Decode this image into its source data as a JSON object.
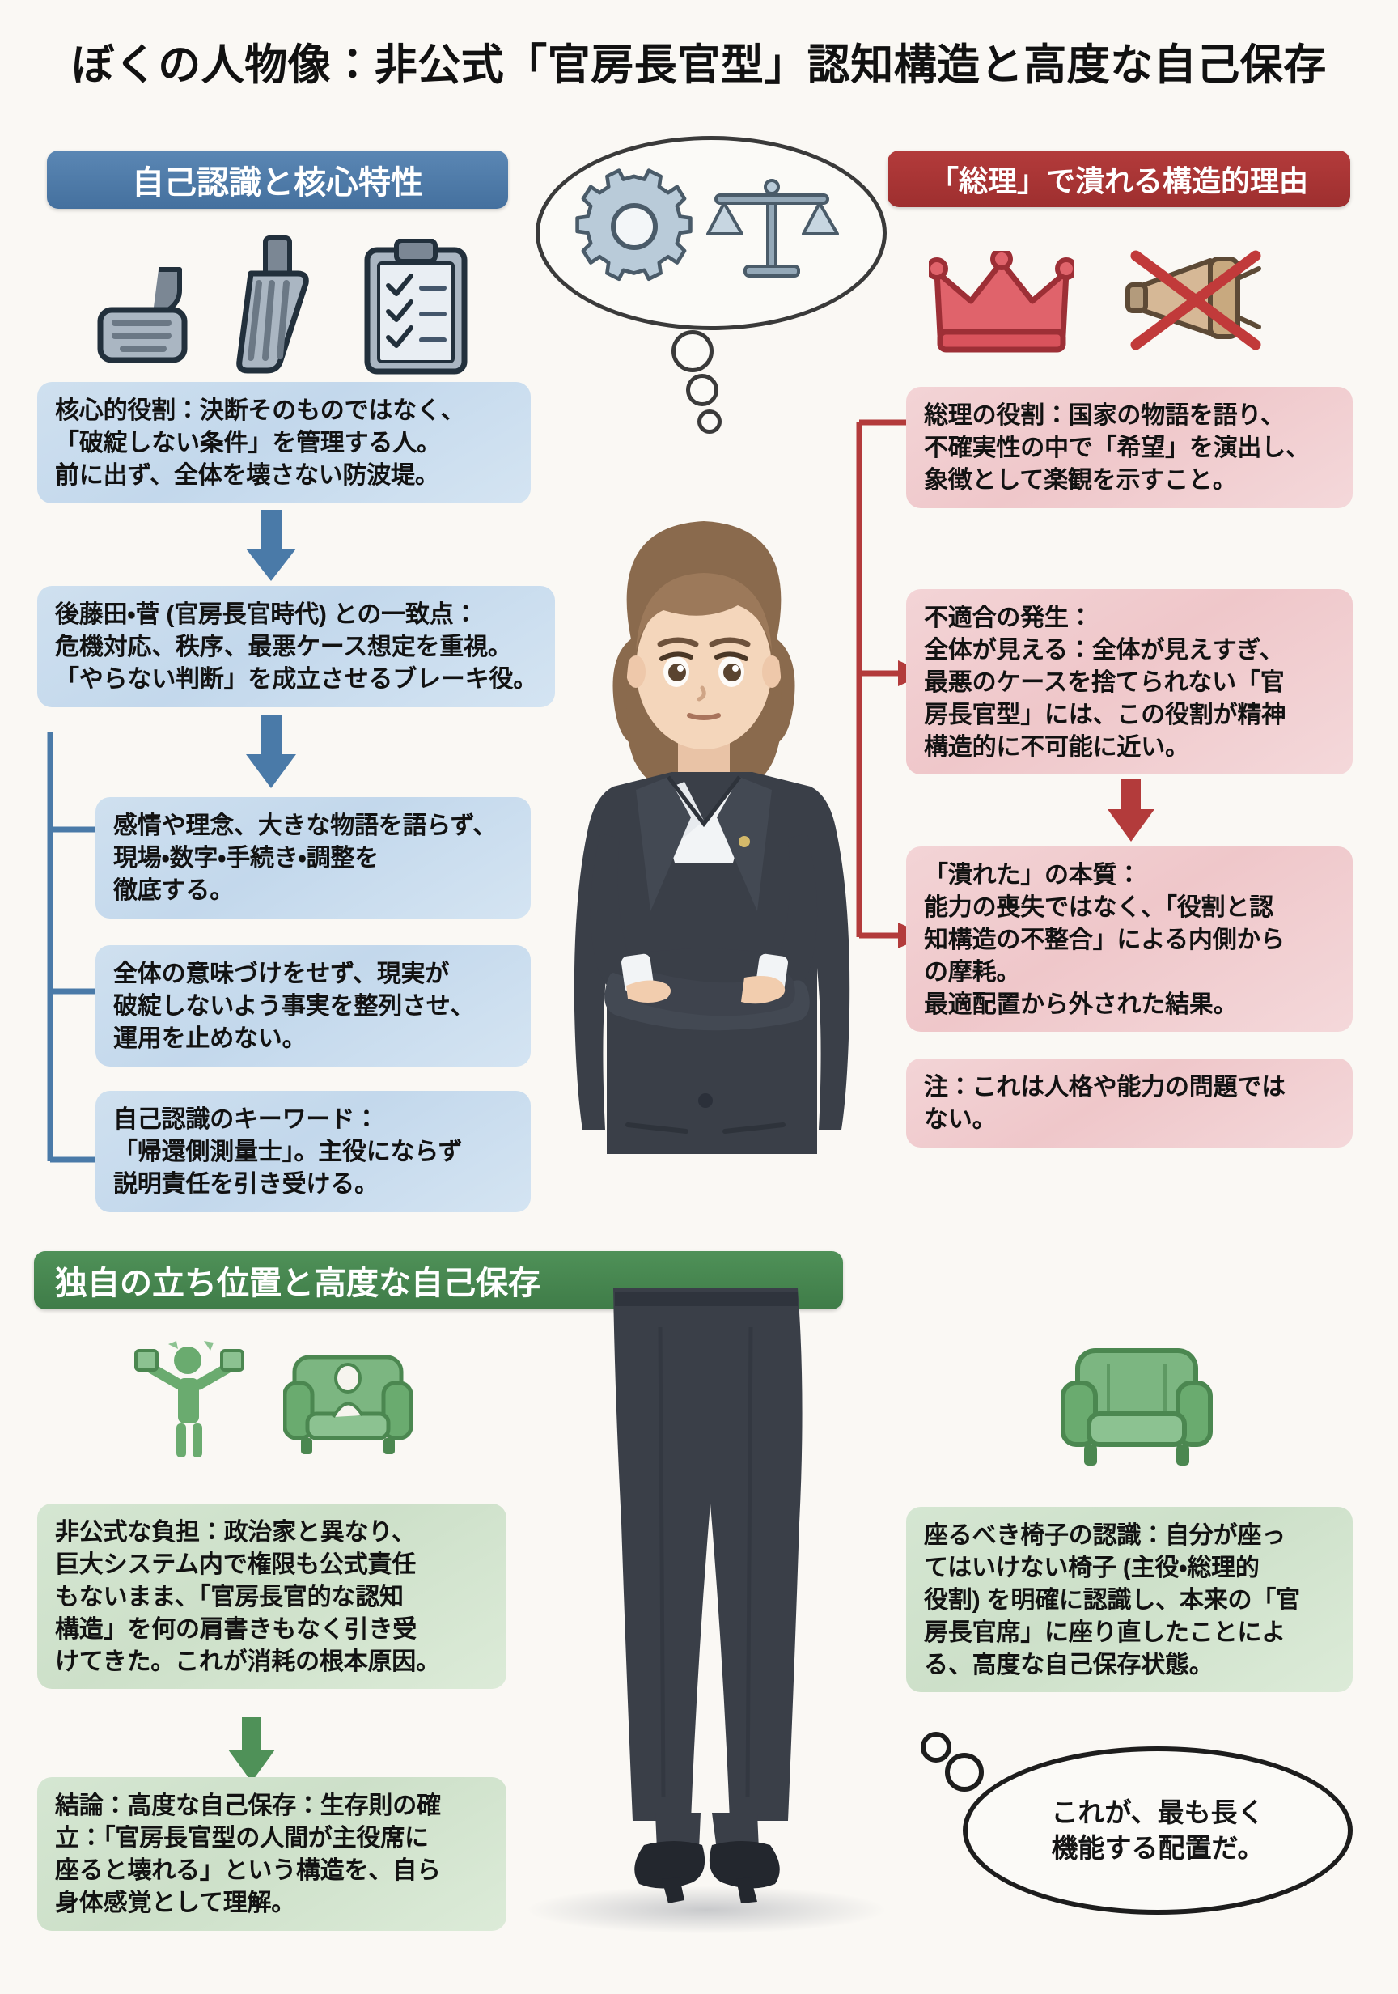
{
  "title": "ぼくの人物像：非公式「官房長官型」認知構造と高度な自己保存",
  "sections": {
    "left": {
      "header": "自己認識と核心特性",
      "header_color": "#4a76a3",
      "icons": [
        "brake-pedal-icon",
        "accelerator-pedal-icon",
        "clipboard-checklist-icon"
      ],
      "boxes": [
        {
          "id": "core-role",
          "lines": [
            "核心的役割：決断そのものではなく、",
            "「破綻しない条件」を管理する人。",
            "前に出ず、全体を壊さない防波堤。"
          ]
        },
        {
          "id": "gotoda-suga",
          "lines": [
            "後藤田・菅 (官房長官時代) との一致点：",
            "危機対応、秩序、最悪ケース想定を重視。",
            "「やらない判断」を成立させるブレーキ役。"
          ]
        },
        {
          "id": "no-narrative",
          "lines": [
            "感情や理念、大きな物語を語らず、",
            "現場・数字・手続き・調整を",
            "徹底する。"
          ]
        },
        {
          "id": "no-meaning-making",
          "lines": [
            "全体の意味づけをせず、現実が",
            "破綻しないよう事実を整列させ、",
            "運用を止めない。"
          ]
        },
        {
          "id": "self-keyword",
          "lines": [
            "自己認識のキーワード：",
            "「帰還側測量士」。主役にならず",
            "説明責任を引き受ける。"
          ]
        }
      ]
    },
    "right": {
      "header": "「総理」で潰れる構造的理由",
      "header_color": "#a93434",
      "icons": [
        "crown-icon",
        "megaphone-crossed-out-icon"
      ],
      "boxes": [
        {
          "id": "pm-role",
          "lines": [
            "総理の役割：国家の物語を語り、",
            "不確実性の中で「希望」を演出し、",
            "象徴として楽観を示すこと。"
          ]
        },
        {
          "id": "mismatch",
          "lines": [
            "不適合の発生：",
            "全体が見える：全体が見えすぎ、",
            "最悪のケースを捨てられない「官",
            "房長官型」には、この役割が精神",
            "構造的に不可能に近い。"
          ]
        },
        {
          "id": "collapse-essence",
          "lines": [
            "「潰れた」の本質：",
            "能力の喪失ではなく、「役割と認",
            "知構造の不整合」による内側から",
            "の摩耗。",
            "最適配置から外された結果。"
          ]
        },
        {
          "id": "note",
          "lines": [
            "注：これは人格や能力の問題では",
            "ない。"
          ]
        }
      ]
    },
    "bottom": {
      "header": "独自の立ち位置と高度な自己保存",
      "header_color": "#44804c",
      "icons": [
        "person-juggling-icon",
        "armchair-occupied-icon",
        "armchair-empty-icon"
      ],
      "left_boxes": [
        {
          "id": "informal-burden",
          "lines": [
            "非公式な負担：政治家と異なり、",
            "巨大システム内で権限も公式責任",
            "もないまま、「官房長官的な認知",
            "構造」を何の肩書きもなく引き受",
            "けてきた。これが消耗の根本原因。"
          ]
        },
        {
          "id": "conclusion",
          "lines": [
            "結論：高度な自己保存：生存則の確",
            "立：「官房長官型の人間が主役席に",
            "座ると壊れる」という構造を、自ら",
            "身体感覚として理解。"
          ]
        }
      ],
      "right_boxes": [
        {
          "id": "correct-chair",
          "lines": [
            "座るべき椅子の認識：自分が座っ",
            "てはいけない椅子 (主役・総理的",
            "役割) を明確に認識し、本来の「官",
            "房長官席」に座り直したことによ",
            "る、高度な自己保存状態。"
          ]
        }
      ]
    }
  },
  "thought_bubble_top": {
    "icons": [
      "gear-icon",
      "balance-scale-icon"
    ]
  },
  "thought_bubble_bottom": {
    "lines": [
      "これが、最も長く",
      "機能する配置だ。"
    ]
  },
  "colors": {
    "background": "#faf8f4",
    "blue_accent": "#4a76a3",
    "red_accent": "#a93434",
    "green_accent": "#44804c",
    "blue_box": "#cbdded",
    "red_box": "#f1d0d3",
    "green_box": "#d6e7d3",
    "text": "#121212"
  }
}
